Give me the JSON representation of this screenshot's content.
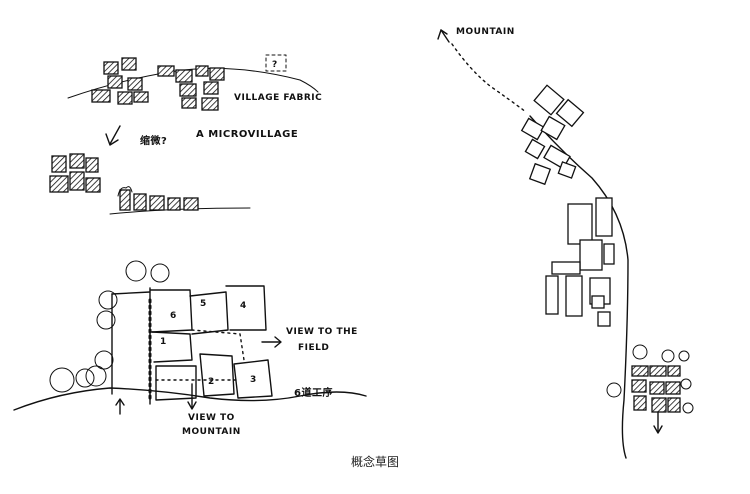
{
  "sketch_labels": {
    "village_fabric": "VILLAGE FABRIC",
    "micro_village_prefix": "缩微?",
    "micro_village": "A MICROVILLAGE",
    "view_to_the_field_line1": "VIEW TO THE",
    "view_to_the_field_line2": "FIELD",
    "view_to_mountain_line1": "VIEW TO",
    "view_to_mountain_line2": "MOUNTAIN",
    "six_courtyards": "6道工序",
    "mountain": "MOUNTAIN",
    "question_mark": "?"
  },
  "site_plan_numbers": {
    "n1": "1",
    "n2": "2",
    "n3": "3",
    "n4": "4",
    "n5": "5",
    "n6": "6"
  },
  "caption": "概念草图"
}
